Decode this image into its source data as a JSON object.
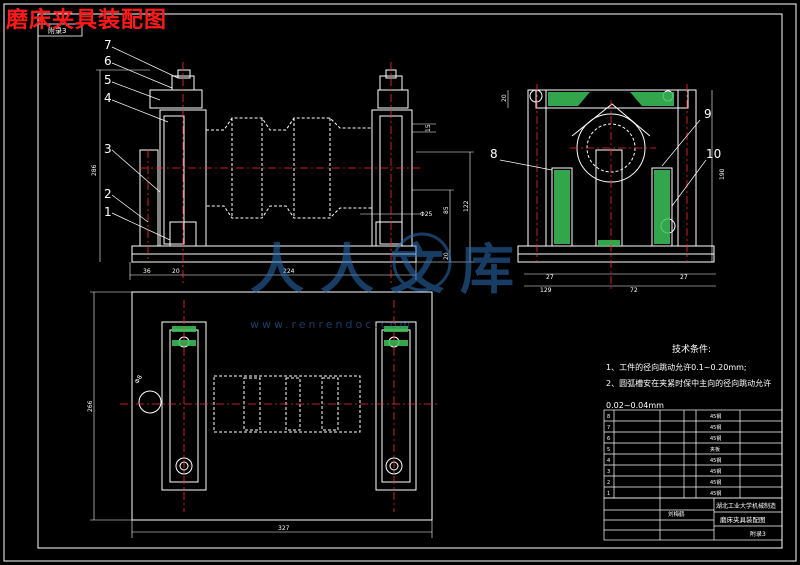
{
  "title": "磨床夹具装配图",
  "sheet_tab": "附录3",
  "colors": {
    "line": "#ffffff",
    "center": "#ff2a2a",
    "hatch": "#3cc35a",
    "dim": "#ffffff",
    "title": "#ff1a1a",
    "watermark": "#2a6fb8"
  },
  "front_view": {
    "part_numbers": [
      "7",
      "6",
      "5",
      "4",
      "3",
      "2",
      "1"
    ],
    "dims": {
      "left_height": "286",
      "total_width": "224",
      "base_left": "36",
      "base_step": "20",
      "right_height": "122",
      "mid_height": "85",
      "bore": "Φ25",
      "right_small": "15",
      "bottom_small": "20"
    }
  },
  "side_view": {
    "part_numbers": [
      "8",
      "9",
      "10"
    ],
    "dims": {
      "left_top": "20",
      "right_height": "190",
      "left_low": "27",
      "right_low": "27",
      "bottom_left": "129",
      "bottom_right": "72"
    }
  },
  "top_view": {
    "dims": {
      "width": "327",
      "height": "266",
      "hole": "Φ8"
    }
  },
  "watermark": {
    "cn": "人人文库",
    "url": "www.renrendoc.com"
  },
  "tech_req": {
    "heading": "技术条件:",
    "items": [
      "1、工件的径向跳动允许0.1~0.20mm;",
      "2、圆弧槽安在夹紧时保中主向的径向跳动允许"
    ],
    "tail": "0.02~0.04mm"
  },
  "bom": {
    "row_nums": [
      "8",
      "7",
      "6",
      "5",
      "4",
      "3",
      "2",
      "1"
    ],
    "materials": [
      "45钢",
      "45钢",
      "45钢",
      "夹板",
      "45钢",
      "45钢",
      "45钢",
      "45钢"
    ]
  },
  "title_block": {
    "school": "湖北工业大学机械制造",
    "drawing_name": "磨床夹具装配图",
    "sheet_no": "附录3",
    "designer": "刘梅鹤"
  }
}
